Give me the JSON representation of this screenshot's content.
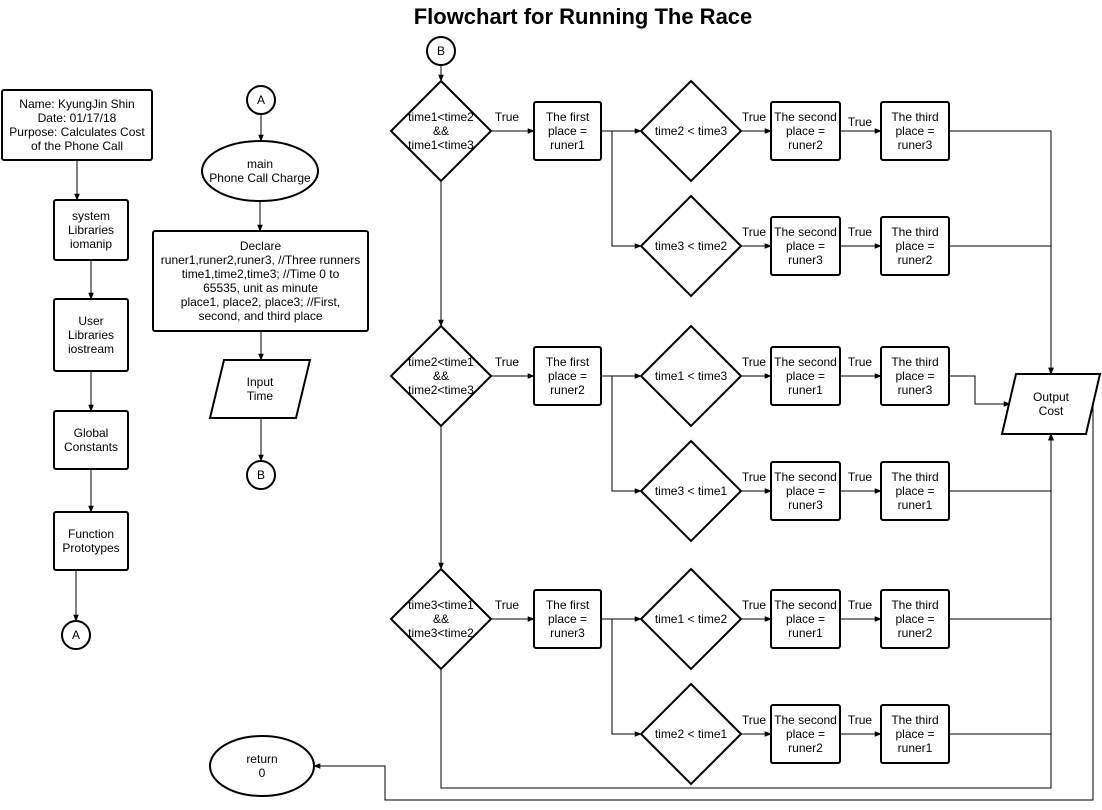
{
  "title": "Flowchart for Running The Race",
  "nodes": {
    "header": [
      "Name: KyungJin Shin",
      "Date: 01/17/18",
      "Purpose: Calculates Cost",
      "of the Phone Call"
    ],
    "sys_libs": [
      "system",
      "Libraries",
      "iomanip"
    ],
    "user_libs": [
      "User",
      "Libraries",
      "iostream"
    ],
    "global_const": [
      "Global",
      "Constants"
    ],
    "func_proto": [
      "Function",
      "Prototypes"
    ],
    "conn_a1": [
      "A"
    ],
    "conn_a2": [
      "A"
    ],
    "main": [
      "main",
      "Phone Call Charge"
    ],
    "declare": [
      "Declare",
      "runer1,runer2,runer3, //Three runners",
      "time1,time2,time3; //Time 0 to",
      "65535, unit as minute",
      "place1, place2, place3; //First,",
      "second, and third place"
    ],
    "input": [
      "Input",
      "Time"
    ],
    "conn_b1": [
      "B"
    ],
    "conn_b2": [
      "B"
    ],
    "return": [
      "return",
      "0"
    ],
    "d1": [
      "time1<time2",
      "&&",
      "time1<time3"
    ],
    "d2": [
      "time2<time1",
      "&&",
      "time2<time3"
    ],
    "d3": [
      "time3<time1",
      "&&",
      "time3<time2"
    ],
    "f1": [
      "The first",
      "place =",
      "runer1"
    ],
    "f2": [
      "The first",
      "place =",
      "runer2"
    ],
    "f3": [
      "The first",
      "place =",
      "runer3"
    ],
    "d11": [
      "time2 < time3"
    ],
    "d12": [
      "time3 < time2"
    ],
    "d21": [
      "time1 < time3"
    ],
    "d22": [
      "time3 < time1"
    ],
    "d31": [
      "time1 < time2"
    ],
    "d32": [
      "time2 < time1"
    ],
    "s11": [
      "The second",
      "place =",
      "runer2"
    ],
    "s12": [
      "The second",
      "place =",
      "runer3"
    ],
    "s21": [
      "The second",
      "place =",
      "runer1"
    ],
    "s22": [
      "The second",
      "place =",
      "runer3"
    ],
    "s31": [
      "The second",
      "place =",
      "runer1"
    ],
    "s32": [
      "The second",
      "place =",
      "runer2"
    ],
    "t11": [
      "The third",
      "place =",
      "runer3"
    ],
    "t12": [
      "The third",
      "place =",
      "runer2"
    ],
    "t21": [
      "The third",
      "place =",
      "runer3"
    ],
    "t22": [
      "The third",
      "place =",
      "runer1"
    ],
    "t31": [
      "The third",
      "place =",
      "runer2"
    ],
    "t32": [
      "The third",
      "place =",
      "runer1"
    ],
    "output": [
      "Output",
      "Cost"
    ]
  },
  "edge_label": "True"
}
